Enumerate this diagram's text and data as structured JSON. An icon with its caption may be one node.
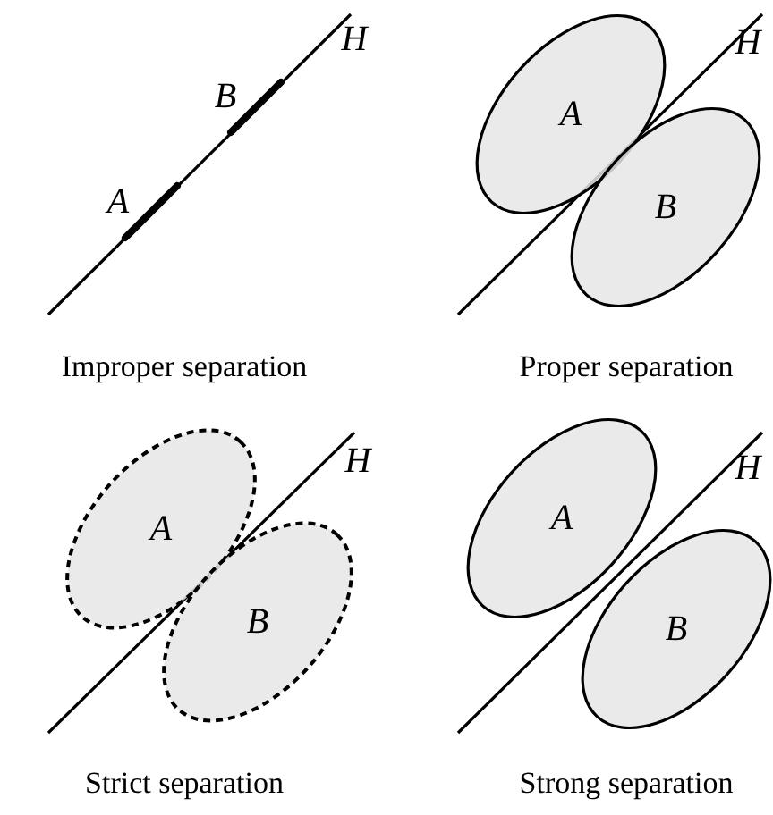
{
  "diagram": {
    "nodes": [
      {
        "text": [],
        "shape": "bar",
        "beside": [
          "A"
        ]
      },
      {
        "text": [],
        "shape": "bar",
        "beside": [
          "B"
        ]
      },
      {
        "text": [
          "A"
        ]
      },
      {
        "text": [
          "B"
        ]
      },
      {
        "text": [
          "A"
        ]
      },
      {
        "text": [
          "B"
        ]
      },
      {
        "text": [
          "A"
        ]
      },
      {
        "text": [
          "B"
        ]
      }
    ],
    "labels": [
      "H",
      "Improper separation",
      "H",
      "Proper separation",
      "H",
      "Strict separation",
      "H",
      "Strong separation"
    ]
  }
}
